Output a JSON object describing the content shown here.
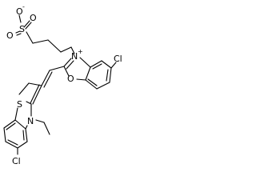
{
  "molecule": {
    "atoms": {
      "o_minus": "O",
      "o_minus_charge": "-",
      "sulfur": "S",
      "o_top": "O",
      "o_left": "O",
      "n_plus": "N",
      "n_plus_charge": "+",
      "cl_right": "Cl",
      "o_ring_right": "O",
      "s_ring_left": "S",
      "n_left": "N",
      "cl_bottom": "Cl"
    }
  }
}
